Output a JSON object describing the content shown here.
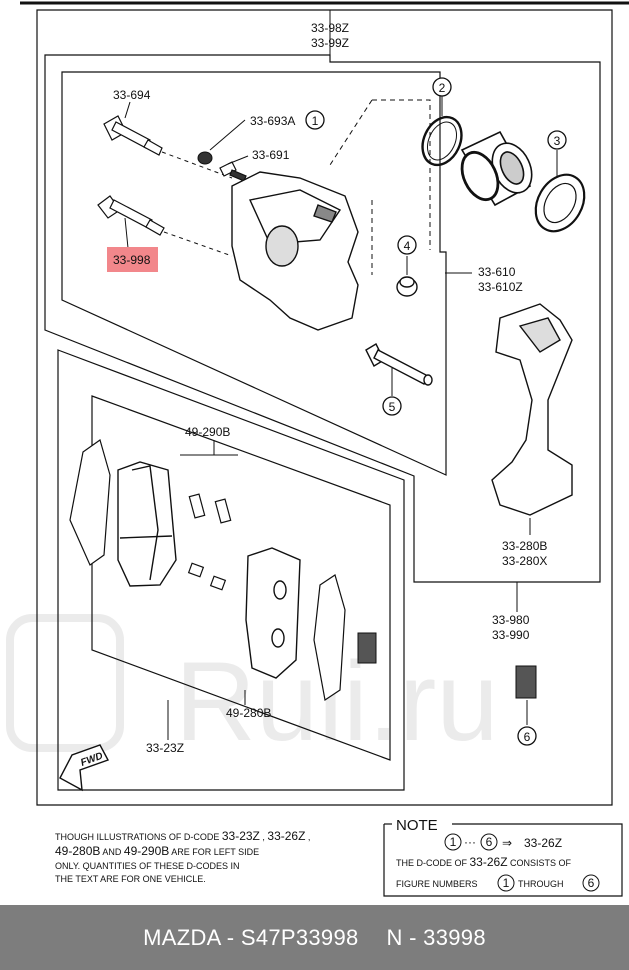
{
  "labels": {
    "assembly_a": "33-98Z",
    "assembly_b": "33-99Z",
    "bolt_upper": "33-694",
    "bolt_lower": "33-998",
    "bleeder_cap": "33-693A",
    "bleeder_screw": "33-691",
    "bracket_a": "33-610",
    "bracket_b": "33-610Z",
    "clip_label": "49-290B",
    "shim_label": "49-280B",
    "pad_kit": "33-23Z",
    "bracket_c": "33-280B",
    "bracket_d": "33-280X",
    "kit_a": "33-980",
    "kit_b": "33-990",
    "fwd": "FWD"
  },
  "callouts": [
    "1",
    "2",
    "3",
    "4",
    "5",
    "6"
  ],
  "footnote": {
    "line1_a": "THOUGH ILLUSTRATIONS OF D-CODE ",
    "line1_b": "33-23Z",
    "line1_c": " , ",
    "line1_d": "33-26Z",
    "line1_e": " ,",
    "line2_a": "49-280B",
    "line2_b": " AND ",
    "line2_c": "49-290B",
    "line2_d": " ARE FOR LEFT SIDE",
    "line3": "ONLY. QUANTITIES OF THESE D-CODES IN",
    "line4": "THE TEXT ARE FOR ONE VEHICLE."
  },
  "note": {
    "title": "NOTE",
    "range_dots": "···",
    "arrow": "⇒",
    "code": "33-26Z",
    "line2_a": "THE D-CODE OF ",
    "line2_b": "33-26Z",
    "line2_c": "  CONSISTS OF",
    "line3_a": "FIGURE NUMBERS",
    "line3_b": "THROUGH"
  },
  "watermark": "Ruli.ru",
  "footer": {
    "brand_part": "MAZDA - S47P33998",
    "number": "N - 33998"
  },
  "colors": {
    "highlight": "#f2878b",
    "footer_bg": "#7d7d7d"
  }
}
